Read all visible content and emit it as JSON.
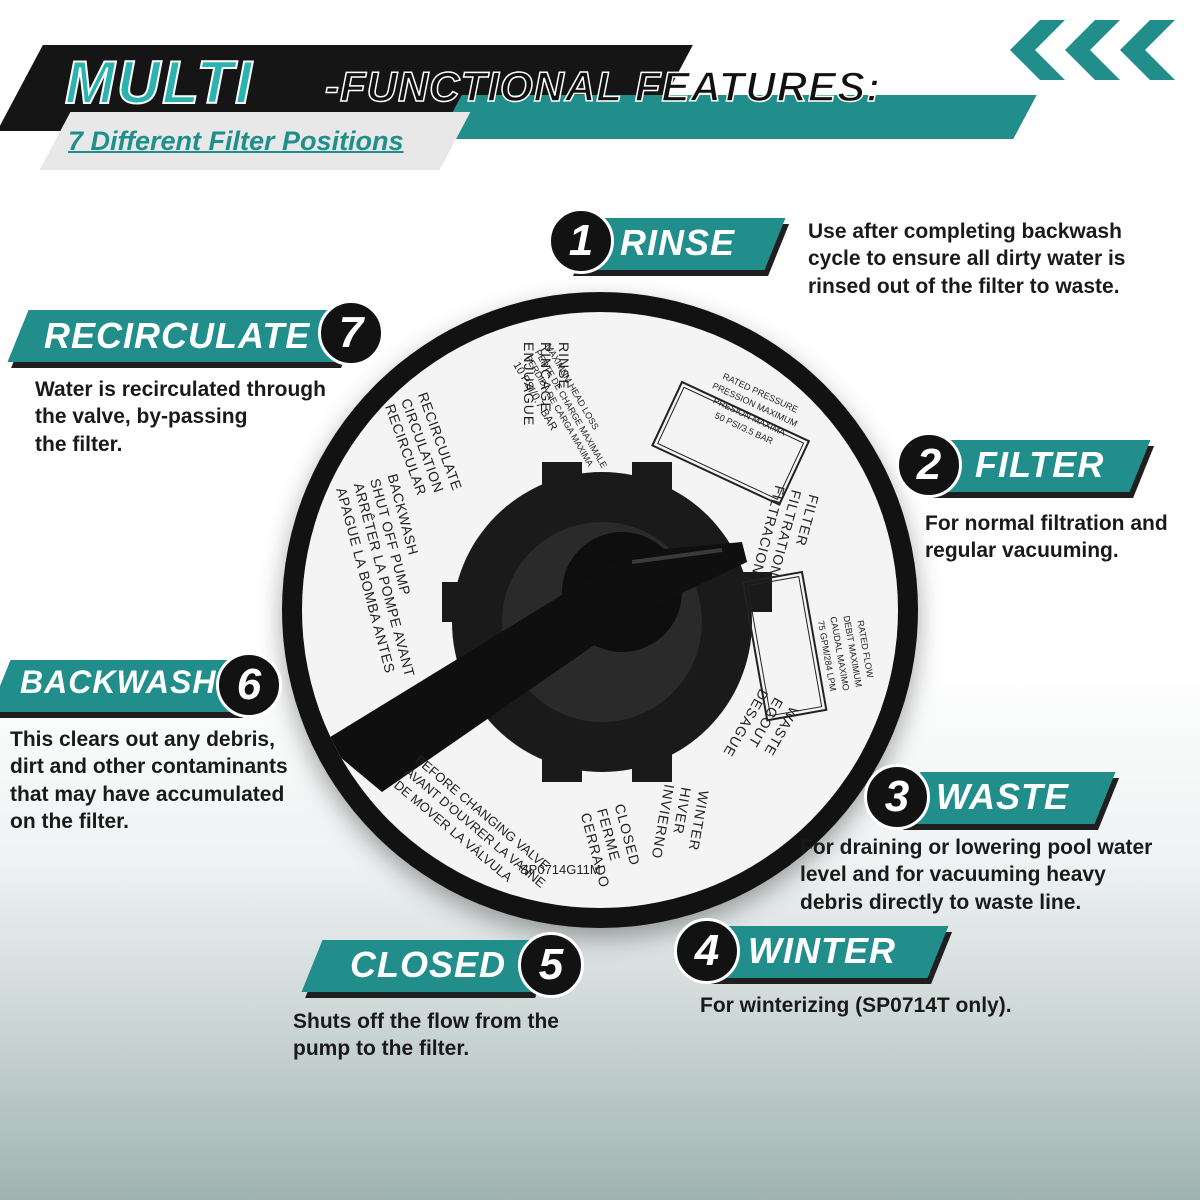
{
  "header": {
    "title_highlight": "MULTI",
    "title_rest": "-FUNCTIONAL FEATURES:",
    "subtitle": "7 Different Filter Positions"
  },
  "colors": {
    "accent": "#218e8c",
    "accent_light": "#2bb3b0",
    "dark": "#121212"
  },
  "features": {
    "rinse": {
      "number": "1",
      "label": "RINSE",
      "desc": [
        "Use after completing backwash",
        "cycle to ensure all dirty water is",
        "rinsed out of the filter to waste."
      ]
    },
    "filter": {
      "number": "2",
      "label": "FILTER",
      "desc": [
        "For normal filtration and",
        "regular vacuuming."
      ]
    },
    "waste": {
      "number": "3",
      "label": "WASTE",
      "desc": [
        " For draining or lowering pool water",
        "level and for vacuuming heavy",
        "debris directly to waste line."
      ]
    },
    "winter": {
      "number": "4",
      "label": "WINTER",
      "desc": [
        "For winterizing (SP0714T only)."
      ]
    },
    "closed": {
      "number": "5",
      "label": "CLOSED",
      "desc": [
        "Shuts off the flow from the",
        "pump to the filter."
      ]
    },
    "backwash": {
      "number": "6",
      "label": "BACKWASH",
      "desc": [
        "This clears out any debris,",
        " dirt and other contaminants",
        "that may have accumulated",
        "on the filter."
      ]
    },
    "recirculate": {
      "number": "7",
      "label": "RECIRCULATE",
      "desc": [
        "Water is recirculated through",
        "the valve, by-passing",
        "the filter."
      ]
    }
  },
  "dial": {
    "rinse": [
      "RINSE",
      "RINCAGE",
      "ENJUAGUE"
    ],
    "filter": [
      "FILTER",
      "FILTRATION",
      "FILTRACION"
    ],
    "waste": [
      "WASTE",
      "EGOUT",
      "DESAGUE"
    ],
    "winter": [
      "WINTER",
      "HIVER",
      "INVIERNO"
    ],
    "closed": [
      "CLOSED",
      "FERME",
      "CERRADO"
    ],
    "recirculate": [
      "RECIRCULATE",
      "CIRCULATION",
      "RECIRCULAR"
    ],
    "backwash": [
      "BACKWASH",
      "SHUT OFF PUMP",
      "ARRÊTER LA POMPE AVANT",
      "APAGUE LA BOMBA ANTES"
    ],
    "closing_valve": [
      "BEFORE CHANGING VALVE",
      "AVANT D'OUVRER LA VANNE",
      "DE MOVER LA VÁLVULA"
    ],
    "head_loss": [
      "MAXIMUM HEAD LOSS",
      "PERTE DE CHARGE MAXIMALE",
      "PERDIDA DE CARGA MAXIMA",
      "10 PSI/0.7 BAR"
    ],
    "rated_pressure": [
      "RATED PRESSURE",
      "PRESSION MAXIMUM",
      "PRESION MAXIMA",
      "50 PSI/3.5 BAR"
    ],
    "rated_flow": [
      "RATED FLOW",
      "DEBIT MAXIMUM",
      "CAUDAL MAXIMO",
      "75 GPM/284 LPM"
    ],
    "model": "SP0714G11M"
  }
}
